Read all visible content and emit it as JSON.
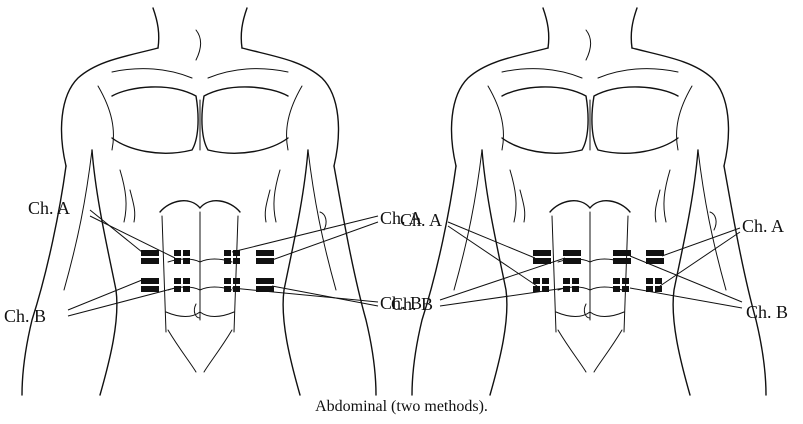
{
  "caption": "Abdominal (two methods).",
  "left_figure": {
    "labels": {
      "top_left": "Ch. A",
      "bottom_left": "Ch. B",
      "top_right": "Ch. A",
      "bottom_right": "Ch. B"
    }
  },
  "right_figure": {
    "labels": {
      "top_left": "Ch. A",
      "bottom_left": "Ch. B",
      "top_right": "Ch. A",
      "bottom_right": "Ch. B"
    }
  }
}
